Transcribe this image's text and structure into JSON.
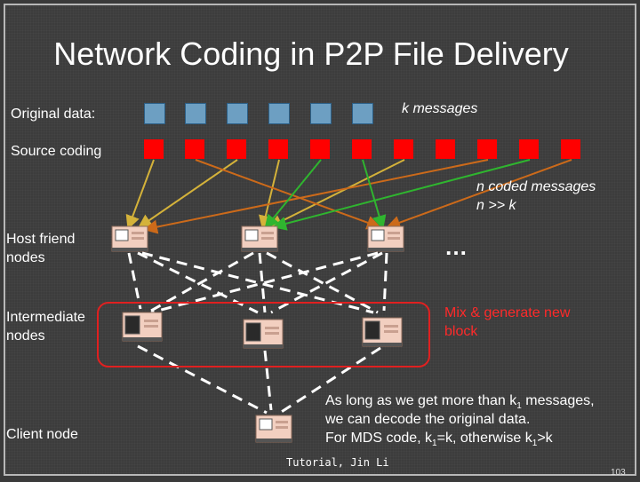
{
  "title": "Network Coding in P2P File Delivery",
  "labels": {
    "original_data": "Original data:",
    "source_coding": "Source coding",
    "k_messages": "k messages",
    "n_coded_line1": "n coded messages",
    "n_coded_line2": "n >> k",
    "ellipsis": "…",
    "host_line1": "Host friend",
    "host_line2": "nodes",
    "inter_line1": "Intermediate",
    "inter_line2": "nodes",
    "client": "Client node",
    "mix_line1": "Mix & generate new",
    "mix_line2": "block",
    "note_line1_a": "As long as we get more than k",
    "note_line1_sub": "1",
    "note_line1_b": " messages,",
    "note_line2": "we can decode the original data.",
    "note_line3_a": "For MDS code, k",
    "note_line3_sub1": "1",
    "note_line3_b": "=k, otherwise k",
    "note_line3_sub2": "1",
    "note_line3_c": ">k",
    "footer": "Tutorial, Jin Li",
    "page_number": "103"
  },
  "colors": {
    "original_block": "#6d9fc2",
    "coded_block": "#ff0000",
    "arrow_yellow": "#d4b23a",
    "arrow_orange": "#cc6a1a",
    "arrow_green": "#2fb52f",
    "highlight": "#e02020"
  },
  "icons": {
    "node": "computer-icon"
  }
}
